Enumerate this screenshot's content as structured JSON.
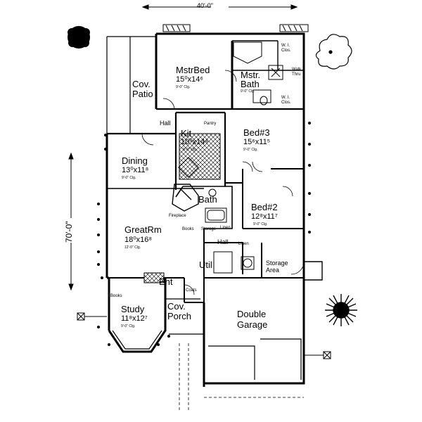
{
  "overall": {
    "width": "40'-0\"",
    "depth": "70'-0\""
  },
  "rooms": {
    "master_bed": {
      "name": "MstrBed",
      "dim": "15⁰x14⁶",
      "ceiling": "9'-0\" Clg."
    },
    "master_bath": {
      "name": "Mstr.\nBath",
      "ceiling": "9'-0\" Clg."
    },
    "cov_patio": {
      "name": "Cov.\nPatio"
    },
    "kitchen": {
      "name": "Kit",
      "dim": "10⁰x14⁴",
      "ceiling": "9'-0\" Clg."
    },
    "dining": {
      "name": "Dining",
      "dim": "13⁰x11⁸",
      "ceiling": "9'-0\" Clg."
    },
    "bed3": {
      "name": "Bed#3",
      "dim": "15⁶x11⁵",
      "ceiling": "9'-0\" Clg."
    },
    "bed2": {
      "name": "Bed#2",
      "dim": "12⁸x11⁷",
      "ceiling": "9'-0\" Clg."
    },
    "bath": {
      "name": "Bath"
    },
    "great_room": {
      "name": "GreatRm",
      "dim": "18⁰x16⁸",
      "ceiling": "12'-0\" Clg."
    },
    "util": {
      "name": "Util"
    },
    "hall_upper": {
      "name": "Hall"
    },
    "hall_lower": {
      "name": "Hall"
    },
    "storage_area": {
      "name": "Storage\nArea"
    },
    "ent": {
      "name": "Ent"
    },
    "study": {
      "name": "Study",
      "dim": "11⁸x12⁷",
      "ceiling": "9'-0\" Clg."
    },
    "cov_porch": {
      "name": "Cov.\nPorch"
    },
    "garage": {
      "name": "Double\nGarage"
    }
  },
  "small_labels": {
    "pantry": "Pantry",
    "fireplace": "Fireplace",
    "books_great": "Books",
    "storage": "Storage",
    "linen_upper": "Linen",
    "linen_lower": "Linen",
    "coats": "Coats",
    "books_study": "Books",
    "wi_clos_top": "W. I.\nClos.",
    "wi_clos_bottom": "W. I.\nClos.",
    "walk_thru": "Walk\nThru"
  }
}
